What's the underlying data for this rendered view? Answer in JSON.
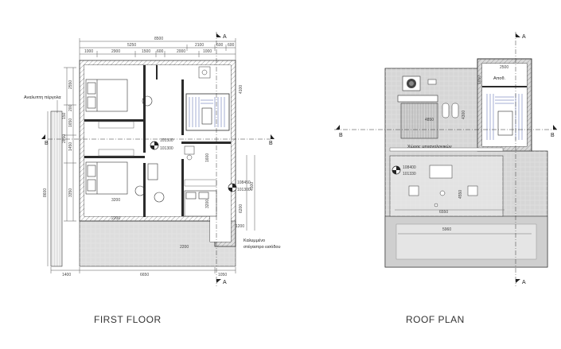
{
  "captions": {
    "first_floor": "FIRST FLOOR",
    "roof_plan": "ROOF PLAN"
  },
  "section_marks": {
    "a": "A",
    "b": "B"
  },
  "first_floor": {
    "dims_top": {
      "overall": "8500",
      "d1": "5250",
      "d2": "2100",
      "d3": "600",
      "d4": "600",
      "s1": "1000",
      "s2": "2900",
      "s3": "1500",
      "s4": "600",
      "s5": "2000",
      "s6": "1000"
    },
    "dims_left": {
      "v1": "2550",
      "v2": "200",
      "v3": "1650",
      "v4": "1450",
      "v5": "150",
      "v6": "2850",
      "v7": "3350",
      "v8": "8600"
    },
    "dims_inner": {
      "r1": "3200",
      "r2": "2200",
      "r3": "2200",
      "r4": "4100",
      "r5": "1600",
      "r6": "3200",
      "r7": "6200",
      "r8": "4500",
      "r9": "1200"
    },
    "dims_bottom": {
      "b1": "1400",
      "b2": "6650",
      "b3": "1050"
    },
    "levels": {
      "l1_top": "101500",
      "l1_bot": "101300",
      "l2_top": "108450",
      "l2_bot": "101300"
    },
    "annotations": {
      "pergola": "Αναλυπτη πέργολα",
      "entrance_canopy": "Καλυμμένο",
      "entrance_canopy2": "στέγαστρο εισόδου"
    }
  },
  "roof_plan": {
    "dims": {
      "t1": "2500",
      "r1": "1650",
      "r2": "4300",
      "r3": "4850",
      "r4": "4550",
      "w1": "6550",
      "w2": "5960"
    },
    "levels": {
      "top": "108400",
      "bot": "101330"
    },
    "labels": {
      "storage": "Αποθ.",
      "mechanical": "Χώρος μηχανολογικών"
    }
  },
  "colors": {
    "wall": "#2b2b2b",
    "hatch": "#999999",
    "floor_tint": "#dcdcdc",
    "stair": "#4a5ea8"
  }
}
